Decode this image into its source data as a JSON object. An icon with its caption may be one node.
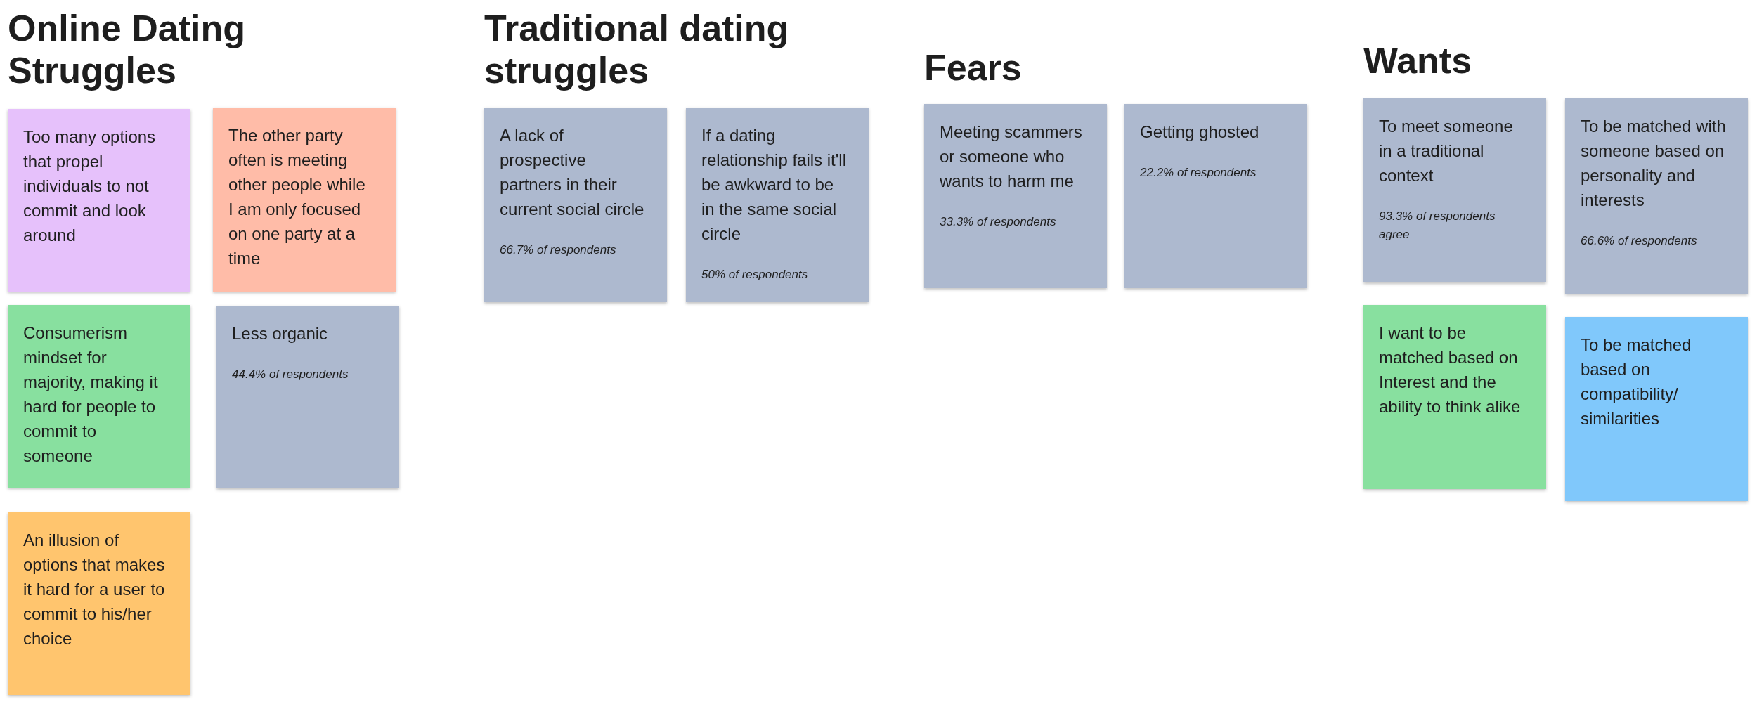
{
  "diagram": {
    "nodes": [
      {
        "text": [
          "Too many options that propel individuals to not commit and look around"
        ]
      },
      {
        "text": [
          "The other party often is meeting other people while I am only focused on one party at a time"
        ]
      },
      {
        "text": [
          "Consumerism mindset for majority, making it hard for people to commit to someone"
        ]
      },
      {
        "text": [
          "Less organic",
          "44.4% of respondents"
        ]
      },
      {
        "text": [
          "An illusion of options that makes it hard for a user to commit to his/her choice"
        ]
      },
      {
        "text": [
          "A lack of prospective partners in their current social circle",
          "66.7% of respondents"
        ]
      },
      {
        "text": [
          "If a dating relationship fails it'll be awkward to be in the same social circle",
          "50% of respondents"
        ]
      },
      {
        "text": [
          "Meeting scammers or someone who wants to harm me",
          "33.3% of respondents"
        ]
      },
      {
        "text": [
          "Getting ghosted",
          "22.2% of respondents"
        ]
      },
      {
        "text": [
          "To meet someone in a traditional context",
          "93.3% of respondents agree"
        ]
      },
      {
        "text": [
          "To be matched with someone based on personality and interests",
          "66.6% of respondents"
        ]
      },
      {
        "text": [
          "I want to be matched based on Interest and the ability to think alike"
        ]
      },
      {
        "text": [
          "To be matched based on compatibility/ similarities"
        ]
      }
    ],
    "labels": [
      "Online Dating Struggles",
      "Traditional dating struggles",
      "Fears",
      "Wants"
    ]
  }
}
